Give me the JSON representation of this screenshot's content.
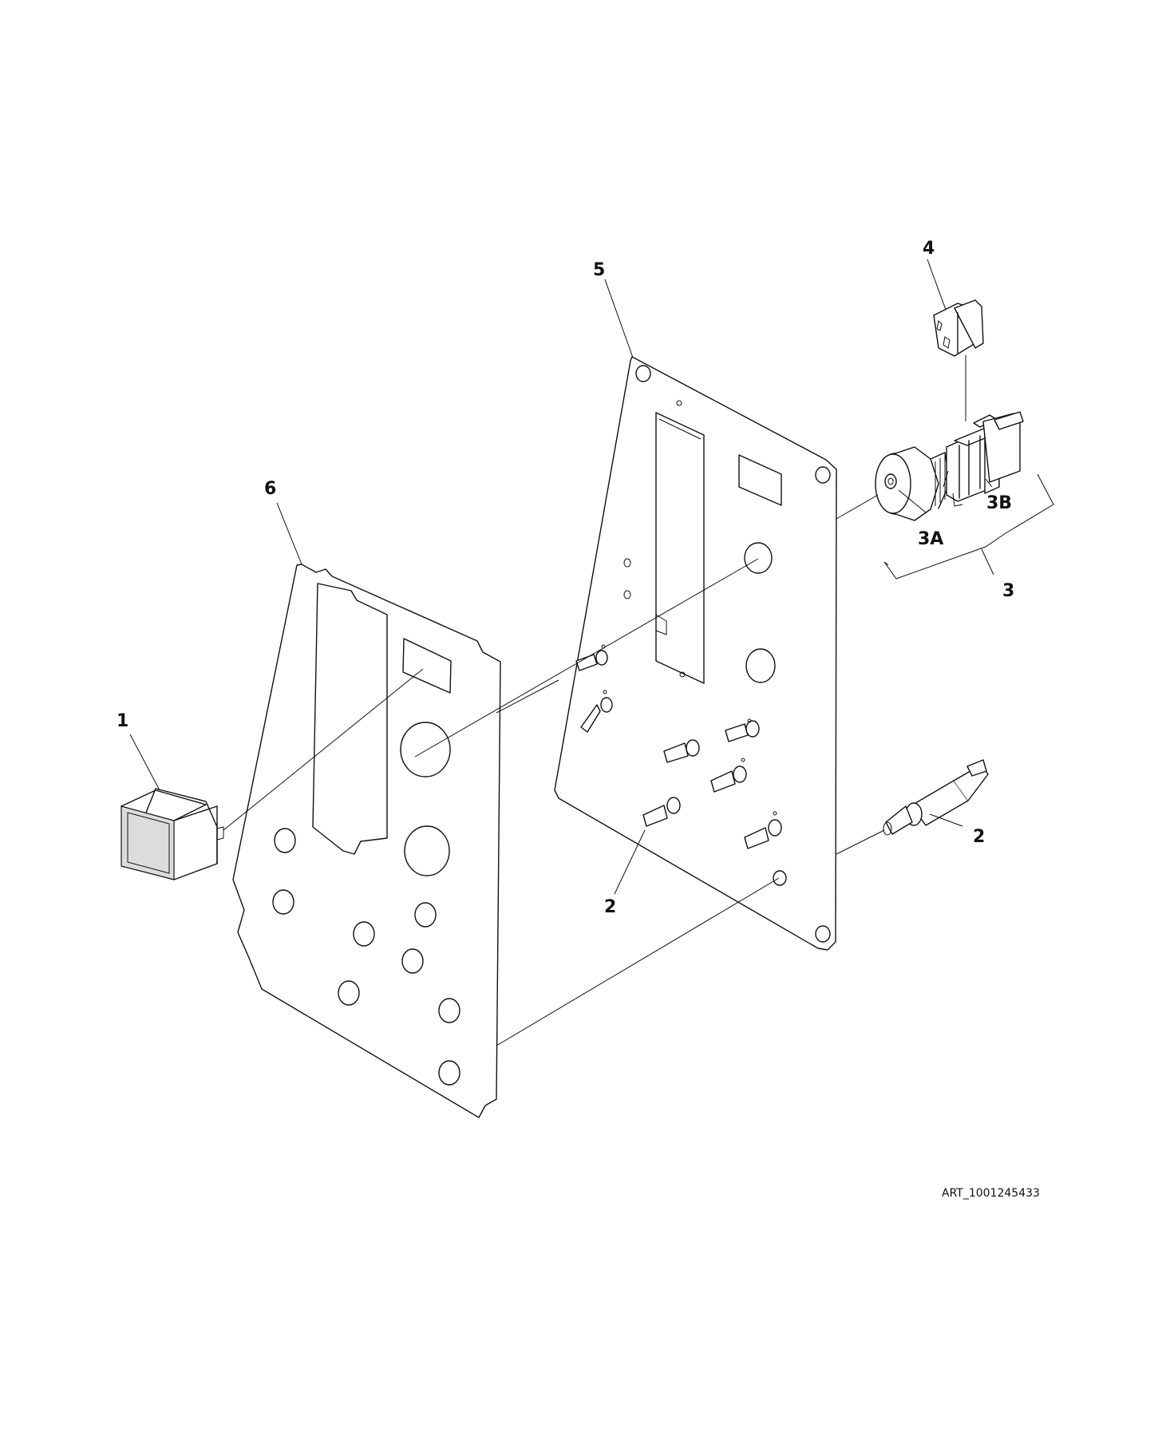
{
  "callouts": {
    "c1": "1",
    "c2a": "2",
    "c2b": "2",
    "c3": "3",
    "c3a": "3A",
    "c3b": "3B",
    "c4": "4",
    "c5": "5",
    "c6": "6"
  },
  "art_id": "ART_1001245433",
  "parts": [
    {
      "callout": "1",
      "icon": "rocker-switch-icon"
    },
    {
      "callout": "2",
      "icon": "toggle-switch-icon"
    },
    {
      "callout": "3",
      "icon": "emergency-stop-assembly-icon"
    },
    {
      "callout": "3A",
      "icon": "mushroom-button-icon"
    },
    {
      "callout": "3B",
      "icon": "contact-block-icon"
    },
    {
      "callout": "4",
      "icon": "contact-block-icon"
    },
    {
      "callout": "5",
      "icon": "control-panel-plate-icon"
    },
    {
      "callout": "6",
      "icon": "panel-gasket-icon"
    }
  ],
  "colors": {
    "line": "#111111",
    "background": "#ffffff"
  }
}
